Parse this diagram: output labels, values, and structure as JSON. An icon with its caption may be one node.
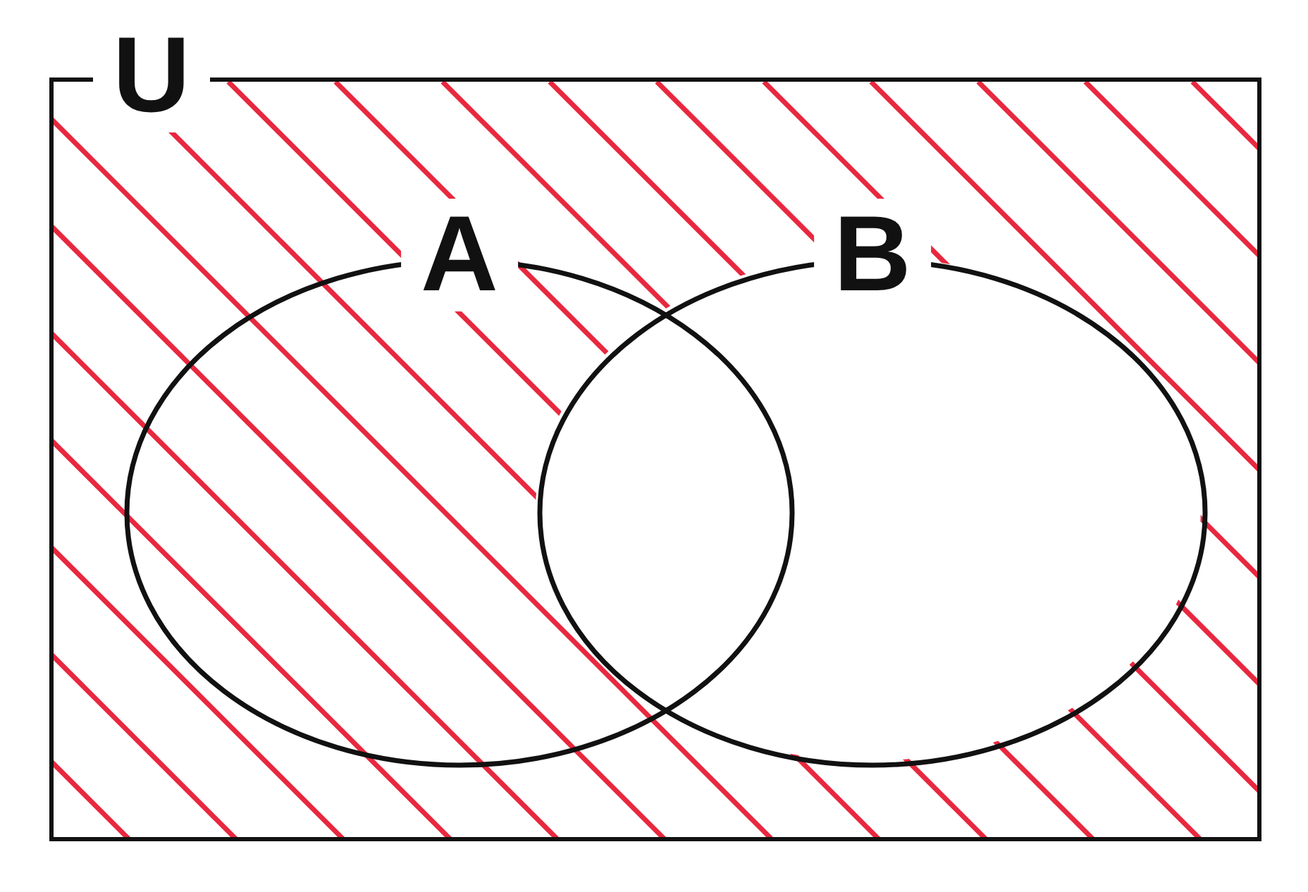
{
  "diagram": {
    "nodes": [
      {
        "text": [
          "U"
        ]
      },
      {
        "text": [
          "A"
        ],
        "in": 0
      },
      {
        "text": [
          "B"
        ],
        "in": 0
      }
    ]
  }
}
